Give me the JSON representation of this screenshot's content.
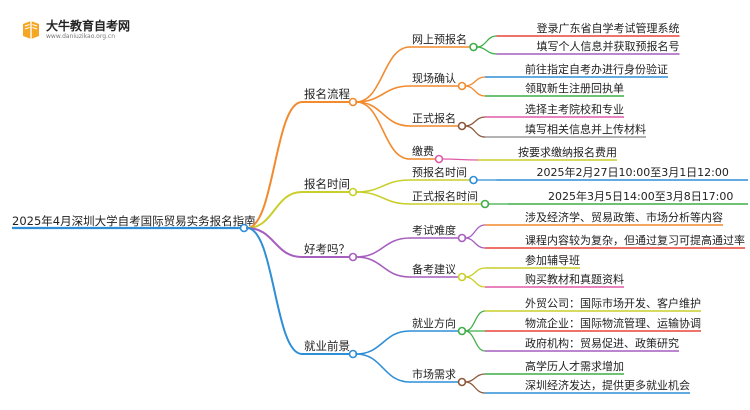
{
  "logo": {
    "name": "大牛教育自考网",
    "url": "www.daniuzikao.org.cn"
  },
  "mindmap": {
    "root": "2025年4月深圳大学自考国际贸易实务报名指南",
    "branches": [
      {
        "label": "报名流程",
        "color": "#f28a2e",
        "children": [
          {
            "label": "网上预报名",
            "color": "#3fae49",
            "items": [
              {
                "text": "登录广东省自学考试管理系统",
                "color": "#e8463a"
              },
              {
                "text": "填写个人信息并获取预报名号",
                "color": "#a65fbf"
              }
            ]
          },
          {
            "label": "现场确认",
            "color": "#f28a2e",
            "items": [
              {
                "text": "前往指定自考办进行身份验证",
                "color": "#2f8fd6"
              },
              {
                "text": "领取新生注册回执单",
                "color": "#3fae49"
              }
            ]
          },
          {
            "label": "正式报名",
            "color": "#8b5a3c",
            "items": [
              {
                "text": "选择主考院校和专业",
                "color": "#e05aa8"
              },
              {
                "text": "填写相关信息并上传材料",
                "color": "#9a9a9a"
              }
            ]
          },
          {
            "label": "缴费",
            "color": "#e05aa8",
            "items": [
              {
                "text": "按要求缴纳报名费用",
                "color": "#c9cf2a"
              }
            ]
          }
        ]
      },
      {
        "label": "报名时间",
        "color": "#c9cf2a",
        "children": [
          {
            "label": "预报名时间",
            "color": "#2f8fd6",
            "items": [
              {
                "text": "2025年2月27日10:00至3月1日12:00",
                "color": "#2f8fd6"
              }
            ]
          },
          {
            "label": "正式报名时间",
            "color": "#3fae49",
            "items": [
              {
                "text": "2025年3月5日14:00至3月8日17:00",
                "color": "#3fae49"
              }
            ]
          }
        ]
      },
      {
        "label": "好考吗？",
        "color": "#a65fbf",
        "children": [
          {
            "label": "考试难度",
            "color": "#a65fbf",
            "items": [
              {
                "text": "涉及经济学、贸易政策、市场分析等内容",
                "color": "#f28a2e"
              },
              {
                "text": "课程内容较为复杂，但通过复习可提高通过率",
                "color": "#e8463a"
              }
            ]
          },
          {
            "label": "备考建议",
            "color": "#c9cf2a",
            "items": [
              {
                "text": "参加辅导班",
                "color": "#c9cf2a"
              },
              {
                "text": "购买教材和真题资料",
                "color": "#e05aa8"
              }
            ]
          }
        ]
      },
      {
        "label": "就业前景",
        "color": "#2f8fd6",
        "children": [
          {
            "label": "就业方向",
            "color": "#3fae49",
            "items": [
              {
                "text": "外贸公司：国际市场开发、客户维护",
                "color": "#c9cf2a"
              },
              {
                "text": "物流企业：国际物流管理、运输协调",
                "color": "#e8463a"
              },
              {
                "text": "政府机构：贸易促进、政策研究",
                "color": "#a65fbf"
              }
            ]
          },
          {
            "label": "市场需求",
            "color": "#8b5a3c",
            "items": [
              {
                "text": "高学历人才需求增加",
                "color": "#3fae49"
              },
              {
                "text": "深圳经济发达，提供更多就业机会",
                "color": "#2f8fd6"
              }
            ]
          }
        ]
      }
    ]
  }
}
